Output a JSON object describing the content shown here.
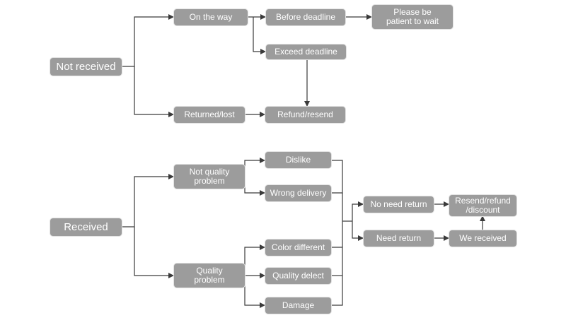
{
  "diagram": {
    "line_color": "#3a3a3a",
    "node_color": "#9c9c9c",
    "nodes": {
      "not_received": "Not received",
      "on_the_way": "On the way",
      "before_deadline": "Before deadline",
      "please_wait": "Please be\npatient to wait",
      "exceed_deadline": "Exceed deadline",
      "returned_lost": "Returned/lost",
      "refund_resend": "Refund/resend",
      "received": "Received",
      "not_quality_problem": "Not quality\nproblem",
      "dislike": "Dislike",
      "wrong_delivery": "Wrong delivery",
      "quality_problem": "Quality\nproblem",
      "color_different": "Color different",
      "quality_defect": "Quality delect",
      "damage": "Damage",
      "no_need_return": "No need return",
      "need_return": "Need return",
      "resend_refund_discount": "Resend/refund\n/discount",
      "we_received": "We received"
    }
  }
}
